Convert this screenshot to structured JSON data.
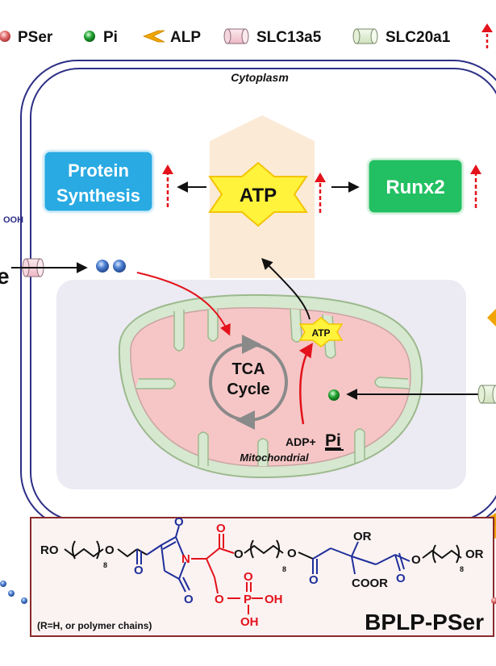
{
  "legend": {
    "items": [
      {
        "label": "PSer",
        "icon": "pser-dot-icon",
        "color": "#e06a6a"
      },
      {
        "label": "Pi",
        "icon": "pi-dot-icon",
        "color": "#1a8f2a"
      },
      {
        "label": "ALP",
        "icon": "alp-chevron-icon",
        "color": "#f0a500"
      },
      {
        "label": "SLC13a5",
        "icon": "slc13a5-cylinder-icon",
        "color": "#f6d6de"
      },
      {
        "label": "SLC20a1",
        "icon": "slc20a1-cylinder-icon",
        "color": "#e3f0d6"
      }
    ],
    "up_arrow": "↑"
  },
  "cell": {
    "cytoplasm_label": "Cytoplasm",
    "mitochondrial_label": "Mitochondrial",
    "left_fragment": "e",
    "cooh_fragment": "OOH"
  },
  "boxes": {
    "protein_synthesis": [
      "Protein",
      "Synthesis"
    ],
    "atp_main": "ATP",
    "runx2": "Runx2",
    "atp_small": "ATP"
  },
  "tca": {
    "line1": "TCA",
    "line2": "Cycle"
  },
  "adp": {
    "prefix": "ADP+",
    "pi": "Pi"
  },
  "structure": {
    "ro_left": "RO",
    "sub8_a": "8",
    "sub8_b": "8",
    "sub8_c": "8",
    "o_top_imide": "O",
    "o_bottom_imide": "O",
    "o_ester_left": "O",
    "o_ester_left_ring": "O",
    "n_imide": "N",
    "o_red_carbonyl": "O",
    "o_red_ester": "O",
    "o_chain_mid": "O",
    "o_carbonyl_mid": "O",
    "or_top": "OR",
    "o_ester_right": "O",
    "o_carbonyl_right": "O",
    "or_right": "OR",
    "coor": "COOR",
    "o_phosphate_bridge": "O",
    "p_atom": "P",
    "o_phosphate_top": "O",
    "oh_right": "OH",
    "oh_bottom": "OH",
    "r_note": "(R=H, or polymer chains)",
    "name": "BPLP-PSer"
  }
}
